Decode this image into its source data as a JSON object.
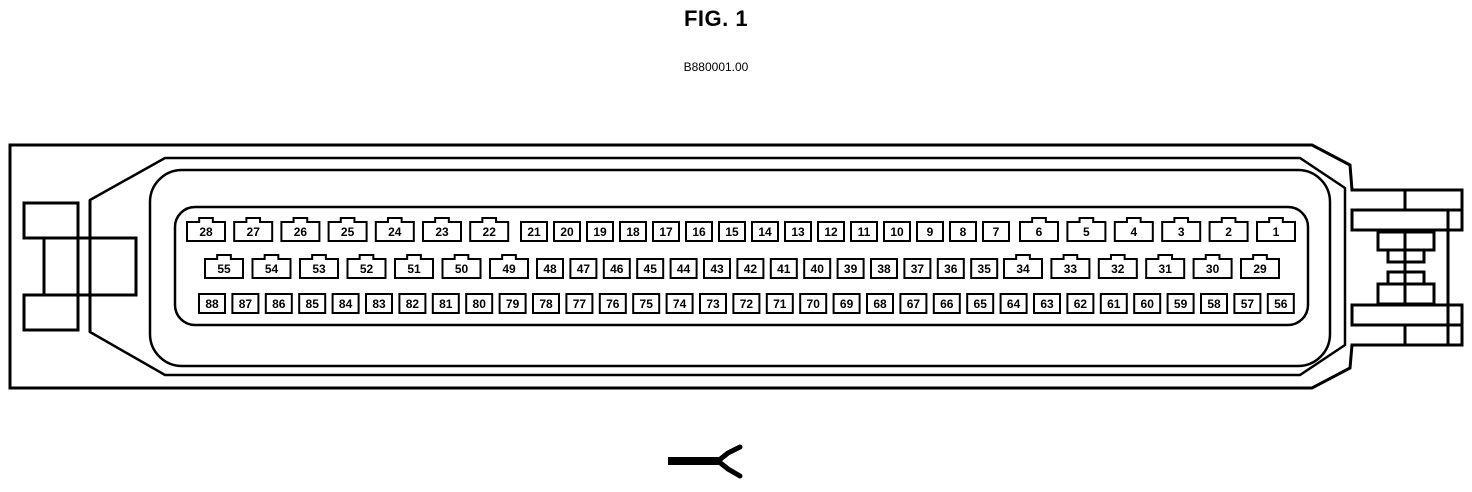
{
  "figure": {
    "title": "FIG. 1",
    "code": "B880001.00"
  },
  "connector": {
    "row_top": {
      "large": [
        "28",
        "27",
        "26",
        "25",
        "24",
        "23",
        "22"
      ],
      "small": [
        "21",
        "20",
        "19",
        "18",
        "17",
        "16",
        "15",
        "14",
        "13",
        "12",
        "11",
        "10",
        "9",
        "8",
        "7"
      ],
      "large_right": [
        "6",
        "5",
        "4",
        "3",
        "2",
        "1"
      ]
    },
    "row_middle": {
      "large": [
        "55",
        "54",
        "53",
        "52",
        "51",
        "50",
        "49"
      ],
      "small": [
        "48",
        "47",
        "46",
        "45",
        "44",
        "43",
        "42",
        "41",
        "40",
        "39",
        "38",
        "37",
        "36",
        "35"
      ],
      "large_right": [
        "34",
        "33",
        "32",
        "31",
        "30",
        "29"
      ]
    },
    "row_bottom": {
      "small": [
        "88",
        "87",
        "86",
        "85",
        "84",
        "83",
        "82",
        "81",
        "80",
        "79",
        "78",
        "77",
        "76",
        "75",
        "74",
        "73",
        "72",
        "71",
        "70",
        "69",
        "68",
        "67",
        "66",
        "65",
        "64",
        "63",
        "62",
        "61",
        "60",
        "59",
        "58",
        "57",
        "56"
      ]
    }
  },
  "icons": {
    "bottom_symbol": "connector-wrench-icon"
  }
}
